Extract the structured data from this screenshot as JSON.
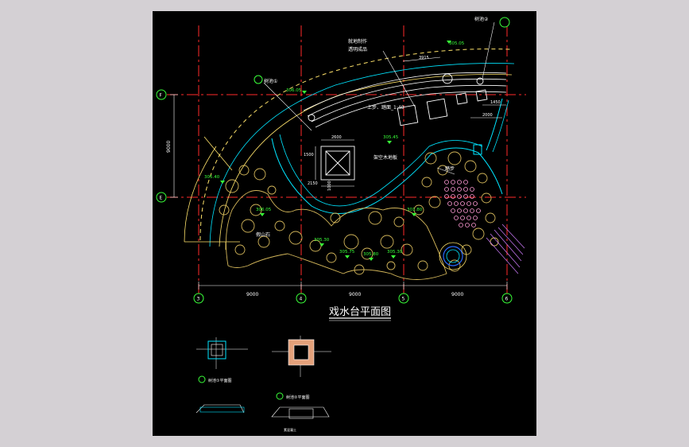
{
  "drawing": {
    "title": "戏水台平面图",
    "colors": {
      "background": "#000000",
      "page": "#d4d0d4",
      "grid": "#ff2a2a",
      "dimension": "#ffffff",
      "water": "#00e5ff",
      "rock": "#d4b75a",
      "elevation": "#39ff39"
    },
    "grid_axes_vertical": [
      {
        "label": "3"
      },
      {
        "label": "4"
      },
      {
        "label": "5"
      },
      {
        "label": "6"
      }
    ],
    "grid_axes_horizontal": [
      {
        "label": "F"
      },
      {
        "label": "E"
      }
    ],
    "bay_dimensions": [
      "9000",
      "9000",
      "9000"
    ],
    "side_dimension": "9000",
    "elevations": [
      "305.40",
      "306.05",
      "306.05",
      "305.45",
      "301.80",
      "305.30",
      "305.75",
      "305.80",
      "305.30",
      "305.05"
    ],
    "annotations": {
      "top_callout_1": "就地制作",
      "top_callout_2": "透明成品",
      "tree_pool_1": "树池①",
      "tree_pool_2": "树池②",
      "stair_label": "上步、踏面_1:40",
      "deck_label": "架空木地板",
      "rock_label": "假山石",
      "steps_label": "踏步",
      "dim_3915": "3915",
      "dim_1450": "1450",
      "dim_2000": "2000",
      "dim_2600": "2600",
      "dim_1500": "1500",
      "dim_2150": "2150",
      "dim_1000": "1000"
    },
    "details": {
      "detail1_title": "树池①平面图",
      "detail2_title": "树池②平面图",
      "section_note": "素混凝土"
    }
  }
}
